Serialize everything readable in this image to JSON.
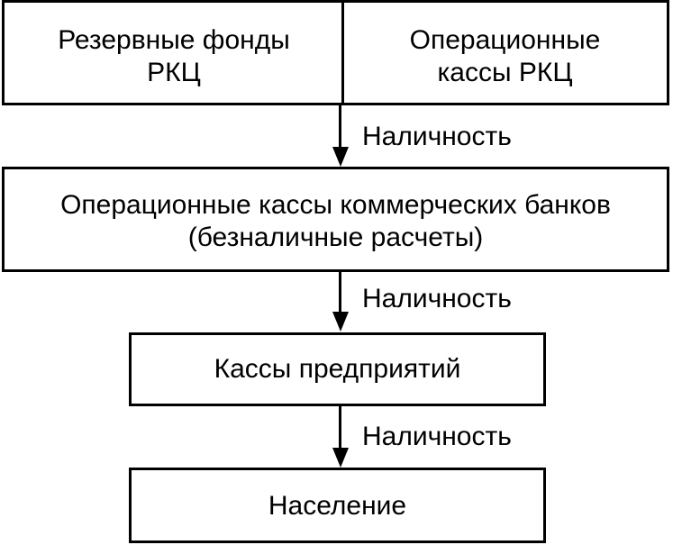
{
  "top": {
    "left_line1": "Резервные фонды",
    "left_line2": "РКЦ",
    "right_line1": "Операционные",
    "right_line2": "кассы РКЦ"
  },
  "banks": {
    "line1": "Операционные  кассы коммерческих банков",
    "line2": "(безналичные расчеты)"
  },
  "enterprises": {
    "label": "Кассы предприятий"
  },
  "population": {
    "label": "Население"
  },
  "flows": [
    {
      "label": "Наличность"
    },
    {
      "label": "Наличность"
    },
    {
      "label": "Наличность"
    }
  ]
}
